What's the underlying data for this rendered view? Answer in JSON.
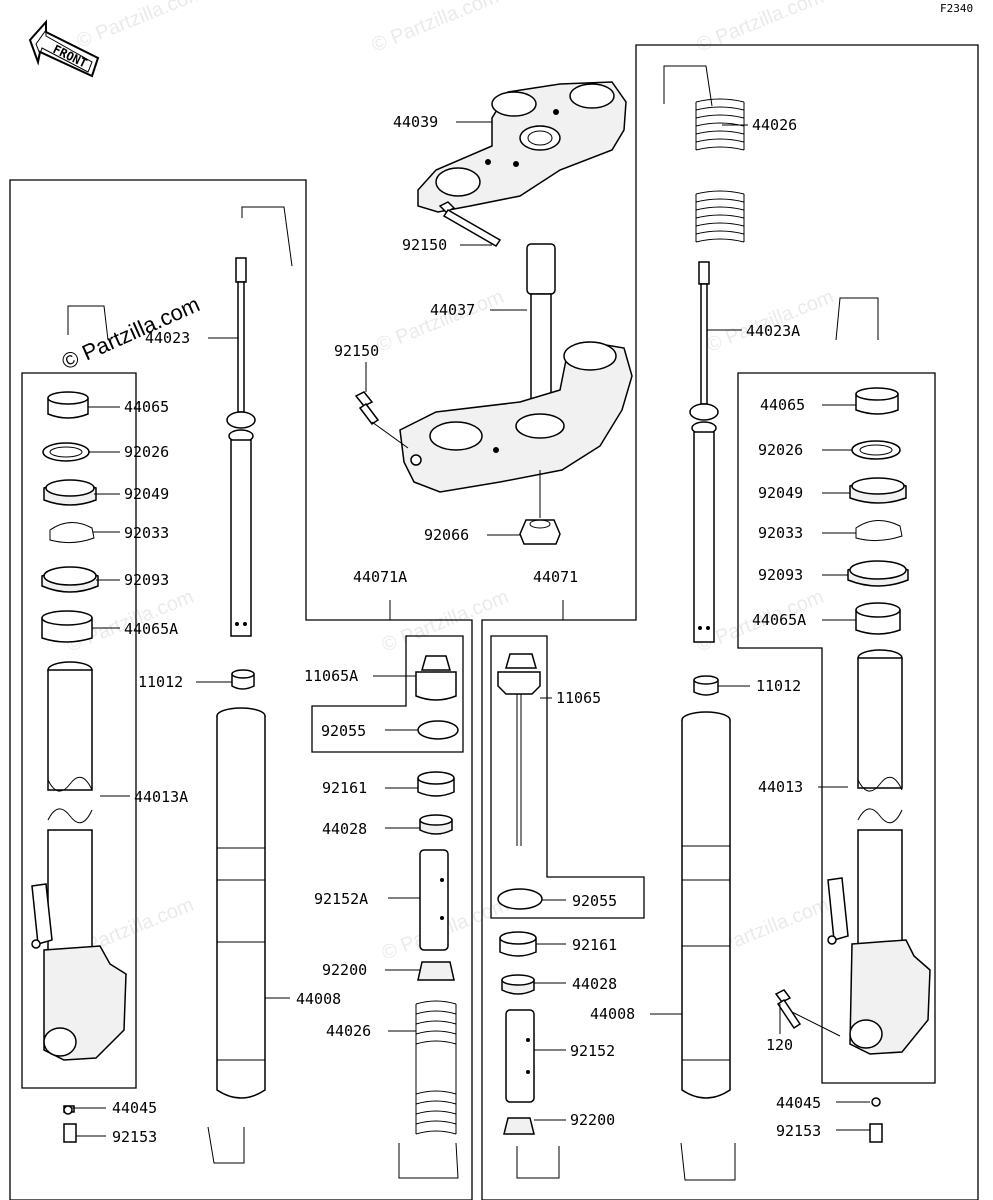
{
  "diagram": {
    "code": "F2340",
    "front_label": "FRONT",
    "watermark": "© Partzilla.com",
    "watermark_small": "© Partzilla.com",
    "labels": [
      {
        "text": "44039",
        "id": "44039"
      },
      {
        "text": "92150",
        "id": "92150-top"
      },
      {
        "text": "44037",
        "id": "44037"
      },
      {
        "text": "92150",
        "id": "92150-lower"
      },
      {
        "text": "92066",
        "id": "92066"
      },
      {
        "text": "44026",
        "id": "44026-top"
      },
      {
        "text": "44023A",
        "id": "44023A"
      },
      {
        "text": "44023",
        "id": "44023"
      },
      {
        "text": "44065",
        "id": "44065-left"
      },
      {
        "text": "92026",
        "id": "92026-left"
      },
      {
        "text": "92049",
        "id": "92049-left"
      },
      {
        "text": "92033",
        "id": "92033-left"
      },
      {
        "text": "92093",
        "id": "92093-left"
      },
      {
        "text": "44065A",
        "id": "44065A-left"
      },
      {
        "text": "11012",
        "id": "11012-left"
      },
      {
        "text": "44013A",
        "id": "44013A"
      },
      {
        "text": "44045",
        "id": "44045-left"
      },
      {
        "text": "92153",
        "id": "92153-left"
      },
      {
        "text": "44008",
        "id": "44008-left"
      },
      {
        "text": "44071A",
        "id": "44071A"
      },
      {
        "text": "44071",
        "id": "44071"
      },
      {
        "text": "11065A",
        "id": "11065A"
      },
      {
        "text": "92055",
        "id": "92055-left"
      },
      {
        "text": "92161",
        "id": "92161-left"
      },
      {
        "text": "44028",
        "id": "44028-left"
      },
      {
        "text": "92152A",
        "id": "92152A"
      },
      {
        "text": "92200",
        "id": "92200-left"
      },
      {
        "text": "44026",
        "id": "44026-left"
      },
      {
        "text": "11065",
        "id": "11065"
      },
      {
        "text": "92055",
        "id": "92055-right"
      },
      {
        "text": "92161",
        "id": "92161-right"
      },
      {
        "text": "44028",
        "id": "44028-right"
      },
      {
        "text": "92152",
        "id": "92152"
      },
      {
        "text": "92200",
        "id": "92200-right"
      },
      {
        "text": "44008",
        "id": "44008-right"
      },
      {
        "text": "44065",
        "id": "44065-right"
      },
      {
        "text": "92026",
        "id": "92026-right"
      },
      {
        "text": "92049",
        "id": "92049-right"
      },
      {
        "text": "92033",
        "id": "92033-right"
      },
      {
        "text": "92093",
        "id": "92093-right"
      },
      {
        "text": "44065A",
        "id": "44065A-right"
      },
      {
        "text": "11012",
        "id": "11012-right"
      },
      {
        "text": "44013",
        "id": "44013"
      },
      {
        "text": "120",
        "id": "120"
      },
      {
        "text": "44045",
        "id": "44045-right"
      },
      {
        "text": "92153",
        "id": "92153-right"
      }
    ]
  }
}
